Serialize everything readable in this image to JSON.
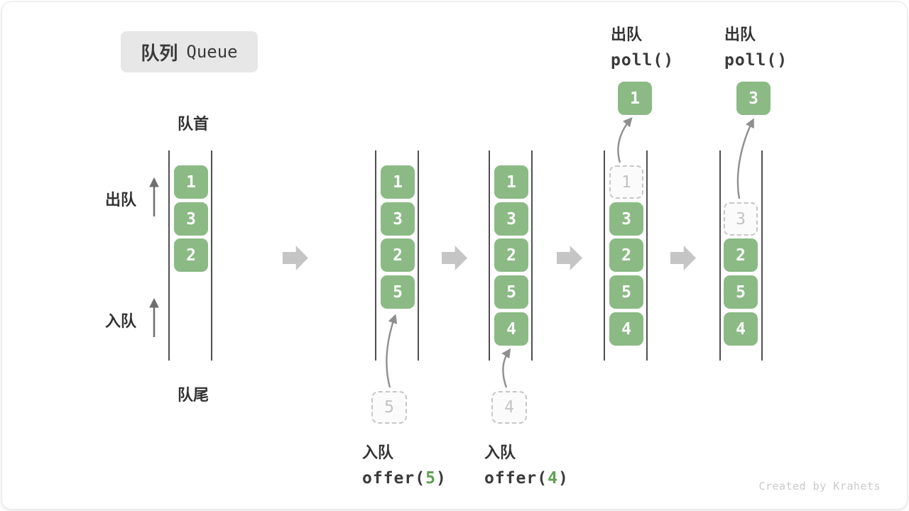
{
  "badge": {
    "title_zh": "队列",
    "title_en": "Queue"
  },
  "labels": {
    "front": "队首",
    "rear": "队尾",
    "dequeue": "出队",
    "enqueue": "入队"
  },
  "watermark": "Created by Krahets",
  "colors": {
    "cell_green": "#8bba85",
    "code_arg_green": "#5fa052",
    "dashed_gray": "#c6c6c6",
    "block_arrow_gray": "#c5c5c5",
    "wall_dark": "#4f4f4f"
  },
  "states": [
    {
      "cells": [
        {
          "v": "1"
        },
        {
          "v": "3"
        },
        {
          "v": "2"
        }
      ]
    },
    {
      "cells": [
        {
          "v": "1"
        },
        {
          "v": "3"
        },
        {
          "v": "2"
        },
        {
          "v": "5"
        }
      ],
      "incoming": {
        "v": "5"
      },
      "caption": {
        "op": "入队",
        "fn_open": "offer(",
        "arg": "5",
        "fn_close": ")"
      }
    },
    {
      "cells": [
        {
          "v": "1"
        },
        {
          "v": "3"
        },
        {
          "v": "2"
        },
        {
          "v": "5"
        },
        {
          "v": "4"
        }
      ],
      "incoming": {
        "v": "4"
      },
      "caption": {
        "op": "入队",
        "fn_open": "offer(",
        "arg": "4",
        "fn_close": ")"
      }
    },
    {
      "cells": [
        {
          "v": "1",
          "removed": true
        },
        {
          "v": "3"
        },
        {
          "v": "2"
        },
        {
          "v": "5"
        },
        {
          "v": "4"
        }
      ],
      "outgoing": {
        "v": "1"
      },
      "caption": {
        "op": "出队",
        "fn": "poll()"
      }
    },
    {
      "cells": [
        {
          "v": "3",
          "removed": true
        },
        {
          "v": "2"
        },
        {
          "v": "5"
        },
        {
          "v": "4"
        }
      ],
      "outgoing": {
        "v": "3"
      },
      "caption": {
        "op": "出队",
        "fn": "poll()"
      }
    }
  ]
}
